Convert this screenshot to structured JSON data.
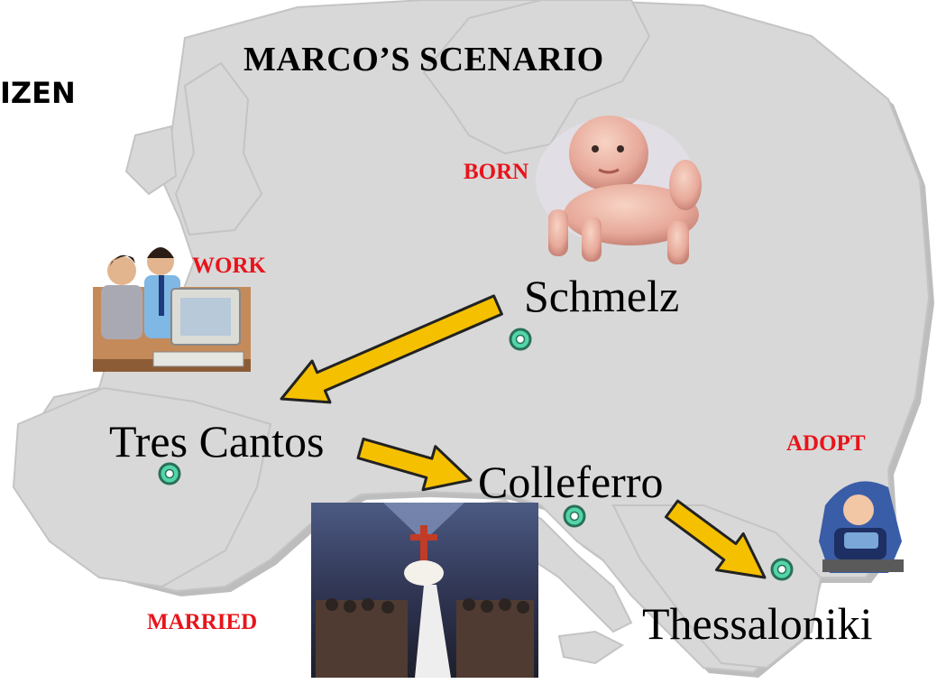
{
  "title": "MARCO’S SCENARIO",
  "side_title_fragment": "IZEN",
  "colors": {
    "page": "#ffffff",
    "map_land": "#d8d8d8",
    "map_shadow": "#bdbdbd",
    "event_label": "#e8141b",
    "city_label": "#000000",
    "arrow_fill": "#f5c000",
    "arrow_stroke": "#222222",
    "marker_fill": "#52d6a8",
    "marker_stroke": "#2a6f5a"
  },
  "events": [
    {
      "id": "born",
      "label": "BORN",
      "city": "Schmelz",
      "image": "crawling-baby-photo"
    },
    {
      "id": "work",
      "label": "WORK",
      "city": "Tres Cantos",
      "image": "office-workers-clipart"
    },
    {
      "id": "married",
      "label": "MARRIED",
      "city": "Colleferro",
      "image": "church-wedding-photo"
    },
    {
      "id": "adopt",
      "label": "ADOPT",
      "city": "Thessaloniki",
      "image": "baby-in-car-seat-photo"
    }
  ],
  "cities": [
    "Schmelz",
    "Tres Cantos",
    "Colleferro",
    "Thessaloniki"
  ],
  "moves": [
    {
      "from": "Schmelz",
      "to": "Tres Cantos"
    },
    {
      "from": "Tres Cantos",
      "to": "Colleferro"
    },
    {
      "from": "Colleferro",
      "to": "Thessaloniki"
    }
  ],
  "icons": {
    "map": "europe-map",
    "marker": "location-marker-icon",
    "arrow": "move-arrow-icon"
  }
}
